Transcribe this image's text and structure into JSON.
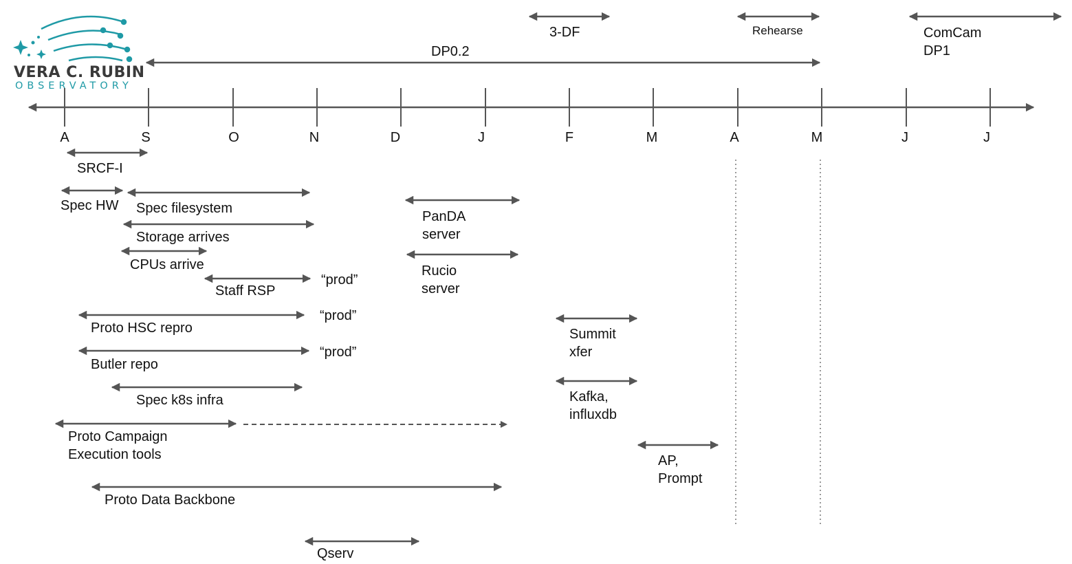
{
  "logo": {
    "name": "VERA C. RUBIN",
    "subtitle": "OBSERVATORY",
    "accent_color": "#1f9aa6"
  },
  "months": [
    "A",
    "S",
    "O",
    "N",
    "D",
    "J",
    "F",
    "M",
    "A",
    "M",
    "J",
    "J"
  ],
  "top_labels": {
    "three_df": "3-DF",
    "rehearse": "Rehearse",
    "comcam": "ComCam",
    "dp1": "DP1",
    "dp02": "DP0.2"
  },
  "tasks": {
    "srcf": "SRCF-I",
    "spec_hw": "Spec HW",
    "spec_fs": "Spec filesystem",
    "storage": "Storage arrives",
    "cpus": "CPUs arrive",
    "staff_rsp": "Staff RSP",
    "prod1": "“prod”",
    "proto_hsc": "Proto HSC repro",
    "prod2": "“prod”",
    "butler": "Butler repo",
    "prod3": "“prod”",
    "spec_k8s": "Spec k8s infra",
    "campaign_1": "Proto Campaign",
    "campaign_2": "Execution tools",
    "data_backbone": "Proto Data Backbone",
    "qserv": "Qserv",
    "panda_1": "PanDA",
    "panda_2": "server",
    "rucio_1": "Rucio",
    "rucio_2": "server",
    "summit_1": "Summit",
    "summit_2": "xfer",
    "kafka_1": "Kafka,",
    "kafka_2": "influxdb",
    "ap_1": "AP,",
    "ap_2": "Prompt"
  },
  "colors": {
    "arrow": "#555555",
    "dotted": "#999999"
  }
}
